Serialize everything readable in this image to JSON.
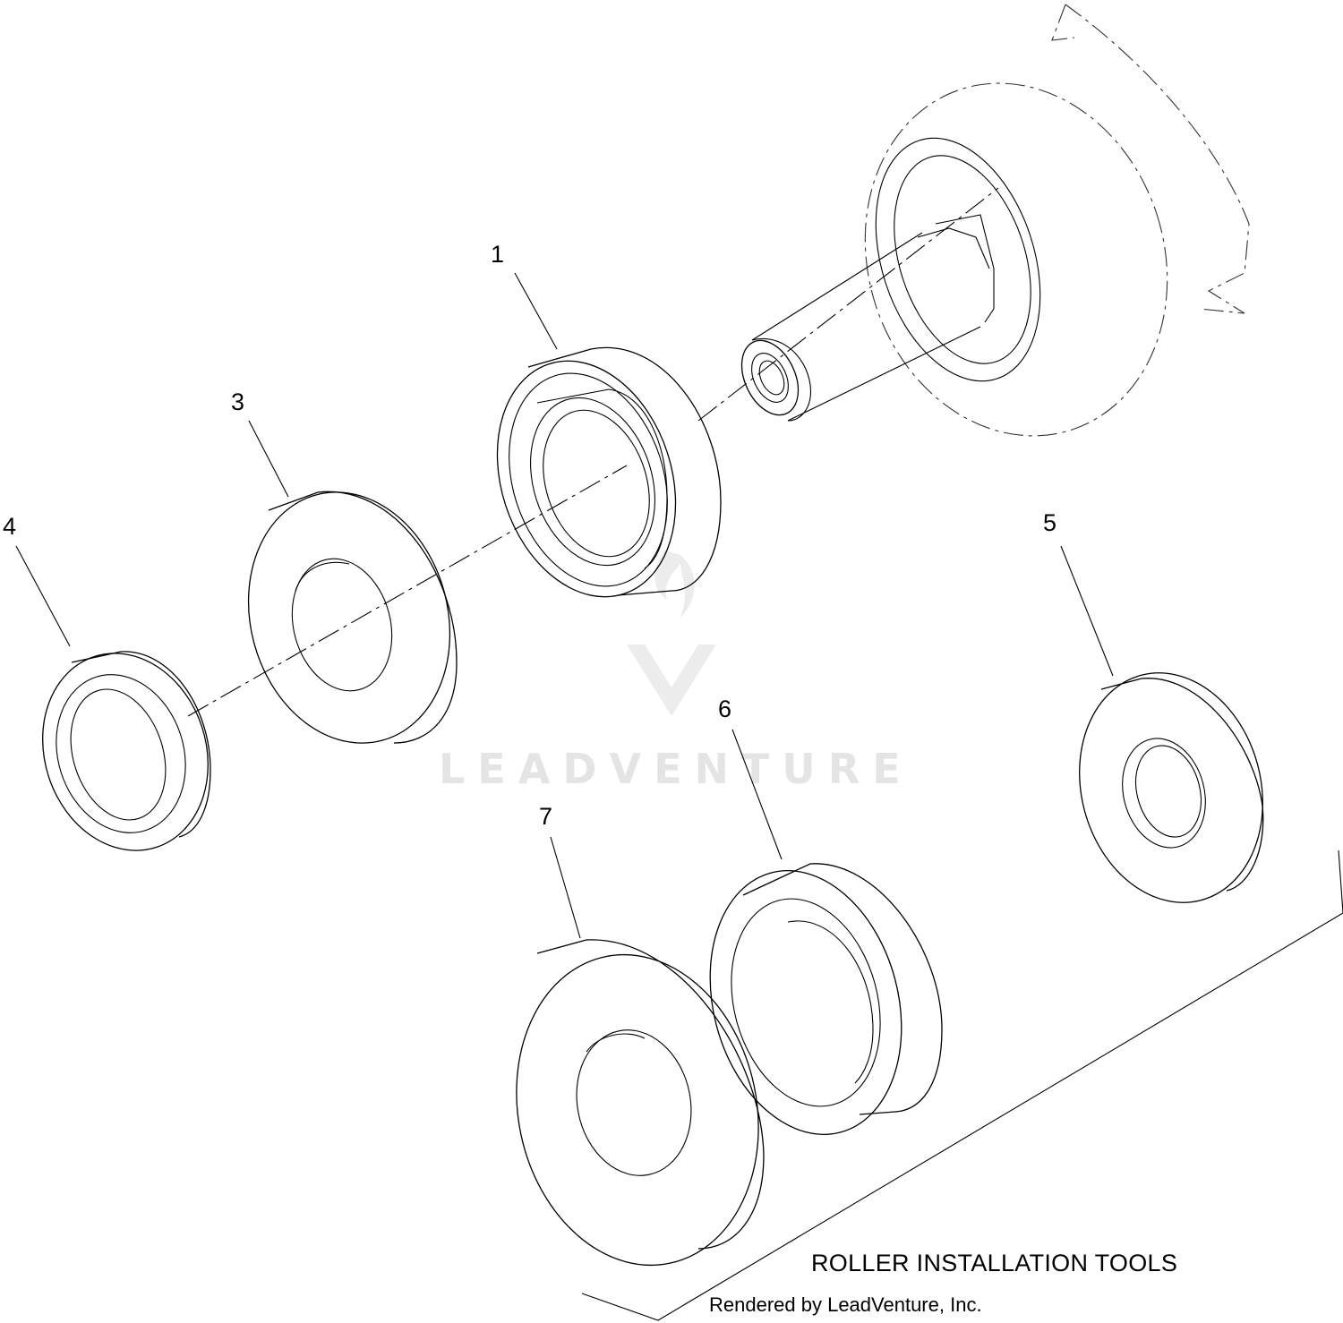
{
  "callouts": [
    "1",
    "3",
    "4",
    "5",
    "6",
    "7"
  ],
  "caption": "ROLLER INSTALLATION TOOLS",
  "credit": "Rendered by LeadVenture, Inc.",
  "watermark": {
    "text": "LEADVENTURE",
    "color": "#e4e4e4"
  },
  "colors": {
    "line": "#000000",
    "background": "#ffffff"
  }
}
